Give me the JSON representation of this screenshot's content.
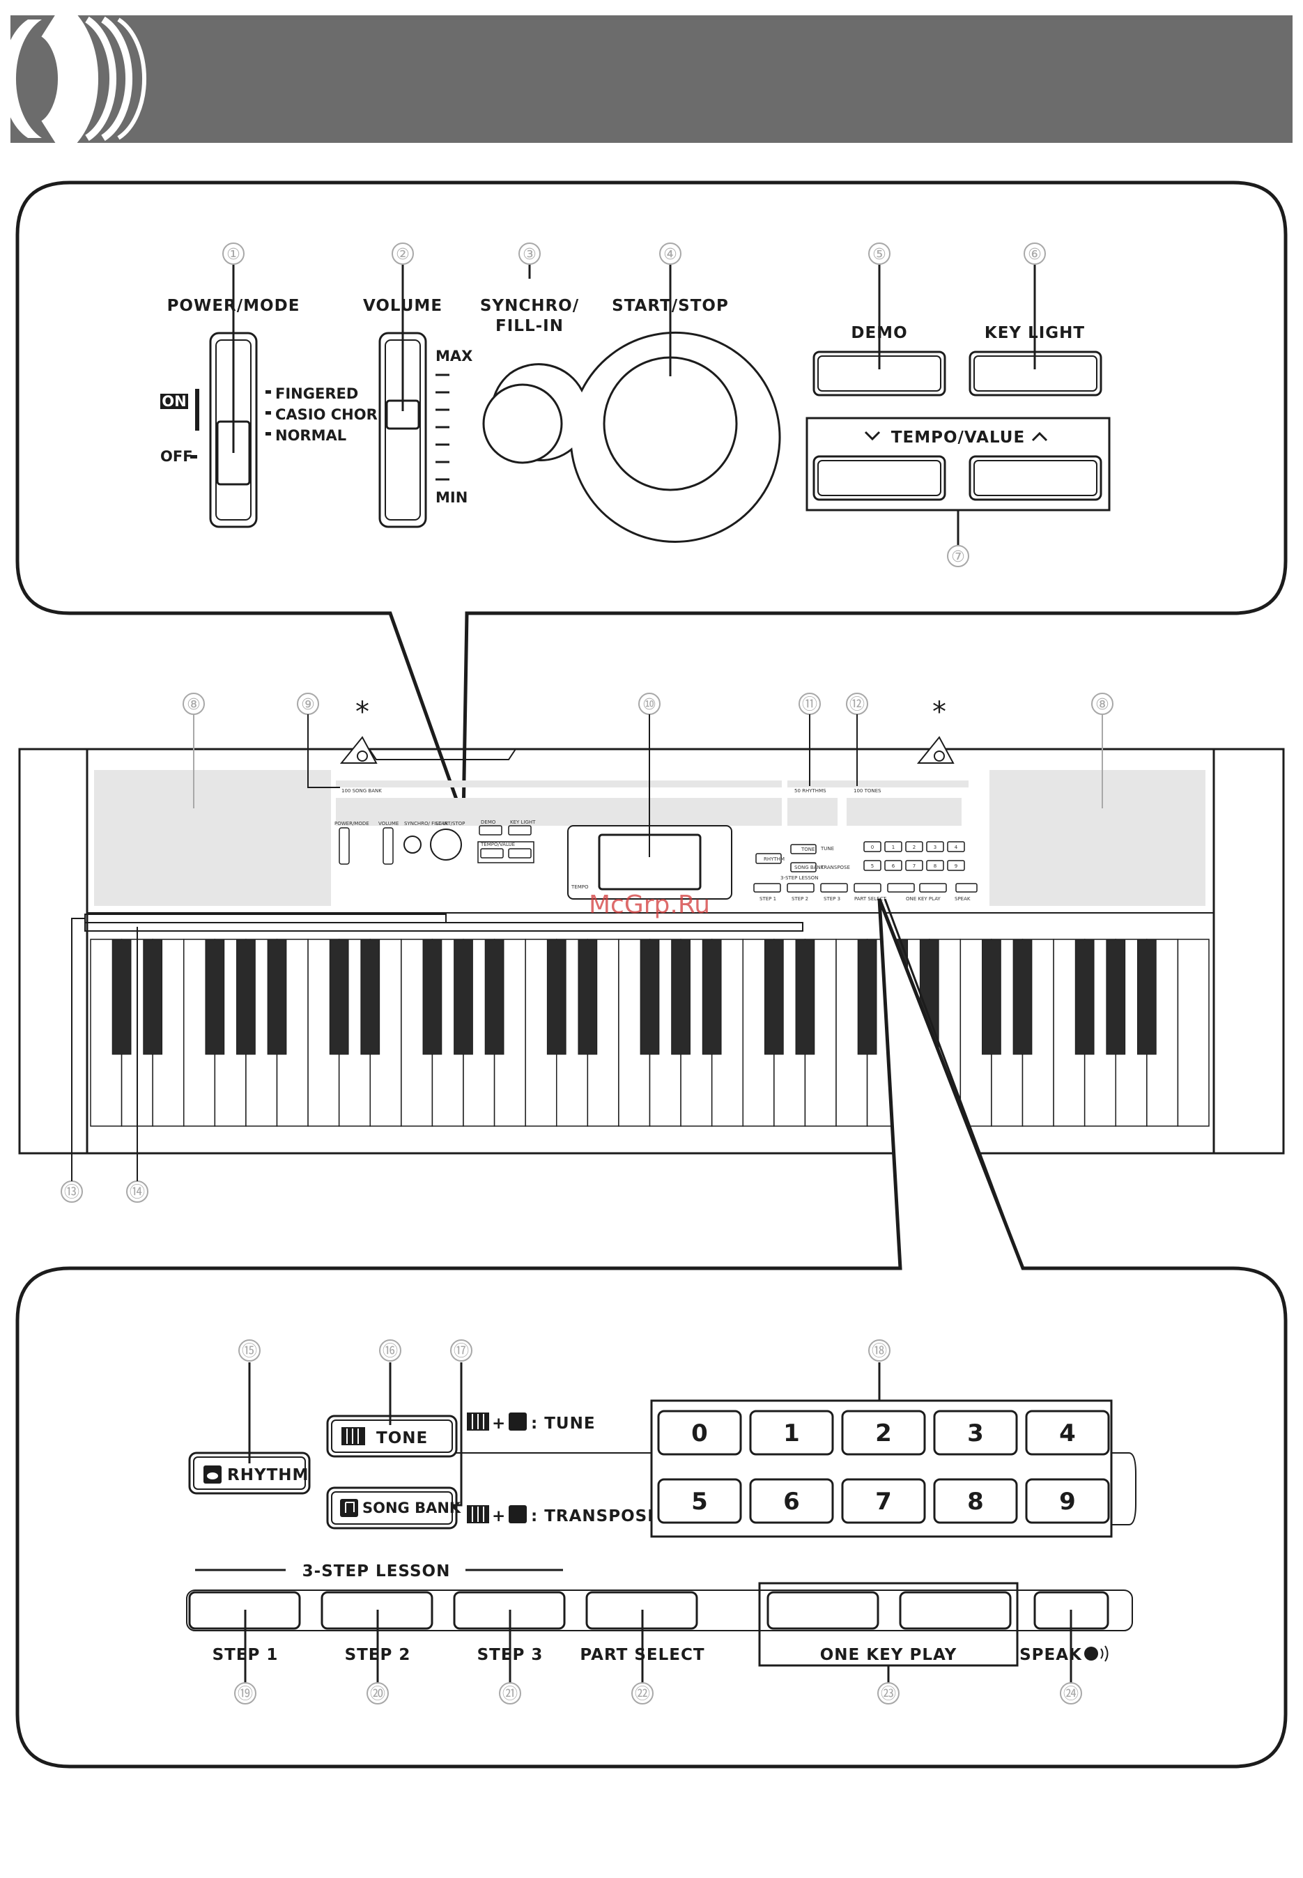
{
  "header_band": {
    "color": "#6c6c6c"
  },
  "top_panel": {
    "power_mode": {
      "label": "POWER/MODE",
      "on": "ON",
      "off": "OFF",
      "modes": [
        "FINGERED",
        "CASIO CHORD",
        "NORMAL"
      ]
    },
    "volume": {
      "label": "VOLUME",
      "max": "MAX",
      "min": "MIN"
    },
    "synchro": {
      "label_line1": "SYNCHRO/",
      "label_line2": "FILL-IN"
    },
    "start_stop": {
      "label": "START/STOP"
    },
    "demo": {
      "label": "DEMO"
    },
    "key_light": {
      "label": "KEY LIGHT"
    },
    "tempo_value": {
      "label": "TEMPO/VALUE"
    }
  },
  "keyboard": {
    "song_bank_label": "100 SONG BANK",
    "rhythms_label": "50 RHYTHMS",
    "tones_label": "100 TONES",
    "asterisk": "*",
    "small_power_mode": "POWER/MODE",
    "small_volume": "VOLUME",
    "small_synchro": "SYNCHRO/ FILL-IN",
    "small_start_stop": "START/STOP",
    "small_demo": "DEMO",
    "small_key_light": "KEY LIGHT",
    "small_tempo": "TEMPO",
    "small_tempo_value": "TEMPO/VALUE",
    "small_rhythm": "RHYTHM",
    "small_tone": "TONE",
    "small_song_bank": "SONG BANK",
    "small_tune": "TUNE",
    "small_transpose": "TRANSPOSE",
    "small_lesson": "3-STEP LESSON",
    "small_numbers": [
      "0",
      "1",
      "2",
      "3",
      "4",
      "5",
      "6",
      "7",
      "8",
      "9"
    ],
    "small_bottom": [
      "STEP 1",
      "STEP 2",
      "STEP 3",
      "PART SELECT",
      "ONE KEY PLAY",
      "SPEAK"
    ]
  },
  "bottom_panel": {
    "rhythm": "RHYTHM",
    "tone": "TONE",
    "song_bank": "SONG BANK",
    "plus": "+",
    "tune": ": TUNE",
    "transpose": ": TRANSPOSE",
    "numbers": [
      "0",
      "1",
      "2",
      "3",
      "4",
      "5",
      "6",
      "7",
      "8",
      "9"
    ],
    "lesson_title": "3-STEP LESSON",
    "step1": "STEP 1",
    "step2": "STEP 2",
    "step3": "STEP 3",
    "part_select": "PART SELECT",
    "one_key_play": "ONE KEY PLAY",
    "speak": "SPEAK"
  },
  "callouts": {
    "c1": "①",
    "c2": "②",
    "c3": "③",
    "c4": "④",
    "c5": "⑤",
    "c6": "⑥",
    "c7": "⑦",
    "c8": "⑧",
    "c9": "⑨",
    "c10": "⑩",
    "c11": "⑪",
    "c12": "⑫",
    "c13": "⑬",
    "c14": "⑭",
    "c15": "⑮",
    "c16": "⑯",
    "c17": "⑰",
    "c18": "⑱",
    "c19": "⑲",
    "c20": "⑳",
    "c21": "㉑",
    "c22": "㉒",
    "c23": "㉓",
    "c24": "㉔"
  },
  "watermark": "McGrp.Ru"
}
